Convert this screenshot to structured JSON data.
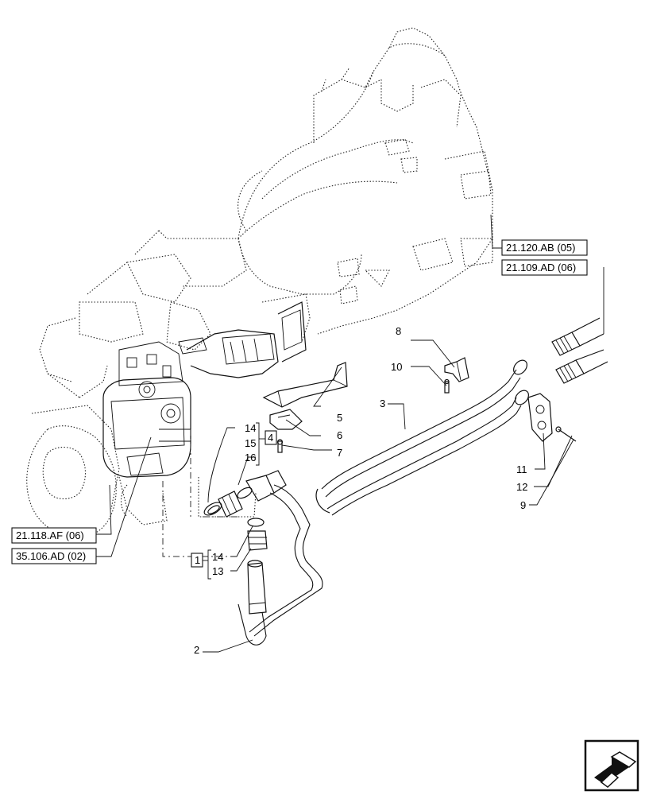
{
  "references": {
    "r1": "21.120.AB (05)",
    "r2": "21.109.AD (06)",
    "r3": "21.118.AF (06)",
    "r4": "35.106.AD (02)"
  },
  "callouts": {
    "c2": "2",
    "c3": "3",
    "c4": "4",
    "c5": "5",
    "c6": "6",
    "c7": "7",
    "c8": "8",
    "c9": "9",
    "c10": "10",
    "c11": "11",
    "c12": "12",
    "c13": "13",
    "c14a": "14",
    "c14b": "14",
    "c15": "15",
    "c16": "16",
    "c1": "1"
  },
  "icons": {
    "nav": "next-page-arrow-icon"
  }
}
